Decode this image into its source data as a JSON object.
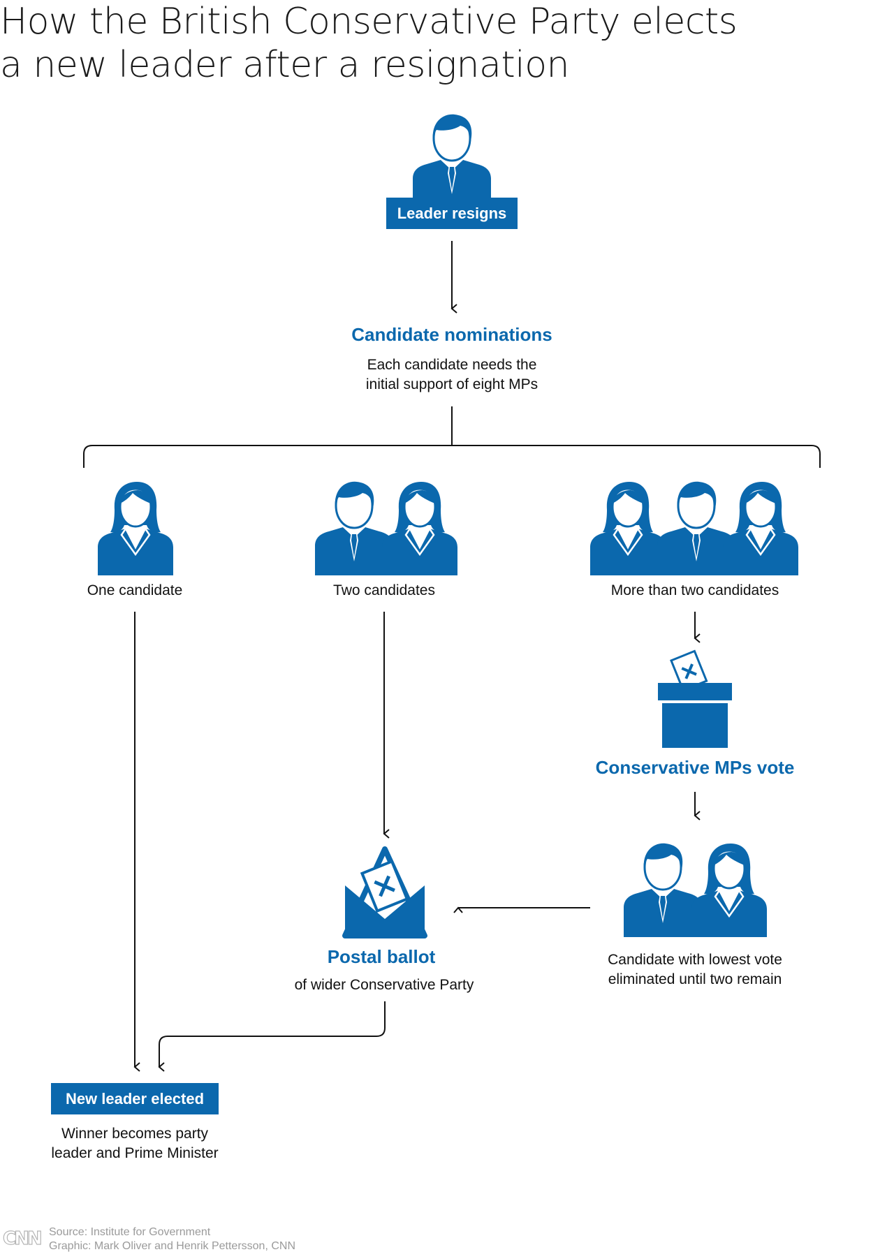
{
  "title": "How the British Conservative Party elects a new leader after a resignation",
  "steps": {
    "leader_resigns": "Leader resigns",
    "nominations": {
      "heading": "Candidate nominations",
      "desc_line1": "Each candidate needs the",
      "desc_line2": "initial support of eight MPs"
    },
    "branches": {
      "one": "One candidate",
      "two": "Two candidates",
      "more": "More than two candidates"
    },
    "mps_vote": "Conservative MPs vote",
    "elimination": {
      "line1": "Candidate with lowest vote",
      "line2": "eliminated until two remain"
    },
    "postal_ballot": {
      "heading": "Postal ballot",
      "desc": "of wider Conservative Party"
    },
    "new_leader": {
      "box": "New leader elected",
      "line1": "Winner becomes party",
      "line2": "leader and Prime Minister"
    }
  },
  "footer": {
    "logo": "CNN",
    "source": "Source: Institute for Government",
    "credit": "Graphic: Mark Oliver and Henrik Pettersson, CNN"
  },
  "colors": {
    "accent": "#0b68ad",
    "text": "#111111",
    "muted": "#9a9a9a"
  },
  "icons": {
    "person_male": "person-male-icon",
    "person_female": "person-female-icon",
    "ballot_box": "ballot-box-icon",
    "envelope": "envelope-ballot-icon"
  }
}
